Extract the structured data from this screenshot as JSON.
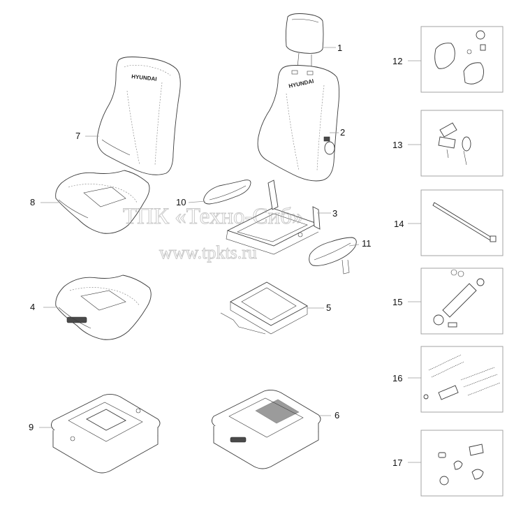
{
  "callouts": {
    "c1": "1",
    "c2": "2",
    "c3": "3",
    "c4": "4",
    "c5": "5",
    "c6": "6",
    "c7": "7",
    "c8": "8",
    "c9": "9",
    "c10": "10",
    "c11": "11",
    "c12": "12",
    "c13": "13",
    "c14": "14",
    "c15": "15",
    "c16": "16",
    "c17": "17"
  },
  "backrest_brand_text": "HYUNDAI",
  "watermark": {
    "line1": "ТПК «Техно-Сиб»",
    "line2": "www.tpkts.ru"
  }
}
